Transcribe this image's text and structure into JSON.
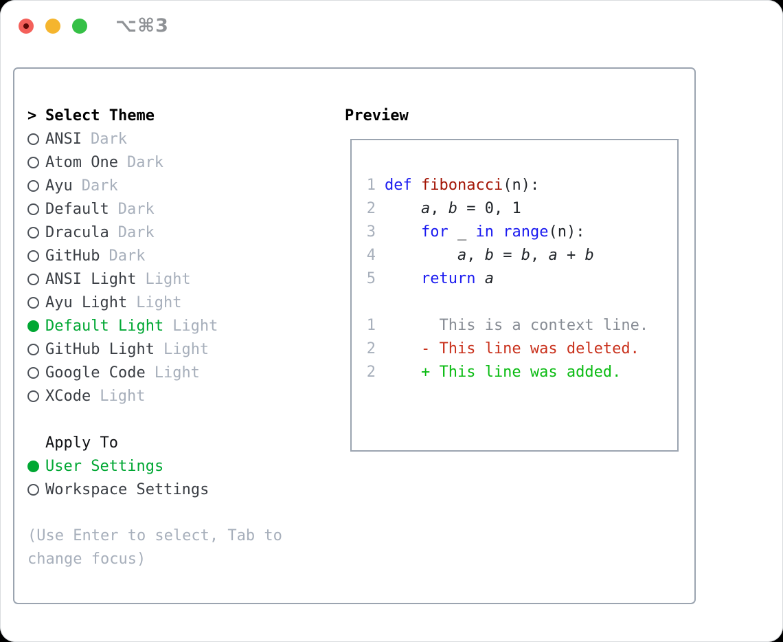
{
  "window": {
    "title": "⌥⌘3"
  },
  "colors": {
    "accent_green": "#00a733",
    "added_green": "#0abb12",
    "deleted_red": "#c9311c",
    "keyword_blue": "#1b1bf0",
    "function_red": "#a31505",
    "muted_gray": "#a7afbb",
    "context_gray": "#878c94",
    "text_dark": "#3a3e44",
    "border_gray": "#9ba4b0",
    "title_gray": "#8f9296",
    "traffic_red": "#f4605a",
    "traffic_red_dot": "#5d0a06",
    "traffic_yellow": "#f5b52e",
    "traffic_green": "#35c046"
  },
  "sidebar": {
    "prompt": ">",
    "header": "Select Theme",
    "themes": [
      {
        "name": "ANSI",
        "suffix": "Dark",
        "selected": false
      },
      {
        "name": "Atom One",
        "suffix": "Dark",
        "selected": false
      },
      {
        "name": "Ayu",
        "suffix": "Dark",
        "selected": false
      },
      {
        "name": "Default",
        "suffix": "Dark",
        "selected": false
      },
      {
        "name": "Dracula",
        "suffix": "Dark",
        "selected": false
      },
      {
        "name": "GitHub",
        "suffix": "Dark",
        "selected": false
      },
      {
        "name": "ANSI Light",
        "suffix": "Light",
        "selected": false
      },
      {
        "name": "Ayu Light",
        "suffix": "Light",
        "selected": false
      },
      {
        "name": "Default Light",
        "suffix": "Light",
        "selected": true
      },
      {
        "name": "GitHub Light",
        "suffix": "Light",
        "selected": false
      },
      {
        "name": "Google Code",
        "suffix": "Light",
        "selected": false
      },
      {
        "name": "XCode",
        "suffix": "Light",
        "selected": false
      }
    ],
    "apply_header": "Apply To",
    "apply_options": [
      {
        "label": "User Settings",
        "selected": true
      },
      {
        "label": "Workspace Settings",
        "selected": false
      }
    ],
    "hint": "(Use Enter to select, Tab to change focus)"
  },
  "preview": {
    "header": "Preview",
    "lines": [
      {
        "ln": "1",
        "tokens": [
          {
            "t": "def",
            "c": "kw"
          },
          {
            "t": " ",
            "c": "pl"
          },
          {
            "t": "fibonacci",
            "c": "fn"
          },
          {
            "t": "(n):",
            "c": "pl"
          }
        ]
      },
      {
        "ln": "2",
        "tokens": [
          {
            "t": "    ",
            "c": "pl"
          },
          {
            "t": "a",
            "c": "var"
          },
          {
            "t": ", ",
            "c": "pl"
          },
          {
            "t": "b",
            "c": "var"
          },
          {
            "t": " = 0, 1",
            "c": "pl"
          }
        ]
      },
      {
        "ln": "3",
        "tokens": [
          {
            "t": "    ",
            "c": "pl"
          },
          {
            "t": "for",
            "c": "kw"
          },
          {
            "t": " _ ",
            "c": "pl"
          },
          {
            "t": "in",
            "c": "kw"
          },
          {
            "t": " ",
            "c": "pl"
          },
          {
            "t": "range",
            "c": "kw"
          },
          {
            "t": "(n):",
            "c": "pl"
          }
        ]
      },
      {
        "ln": "4",
        "tokens": [
          {
            "t": "        ",
            "c": "pl"
          },
          {
            "t": "a",
            "c": "var"
          },
          {
            "t": ", ",
            "c": "pl"
          },
          {
            "t": "b",
            "c": "var"
          },
          {
            "t": " = ",
            "c": "pl"
          },
          {
            "t": "b",
            "c": "var"
          },
          {
            "t": ", ",
            "c": "pl"
          },
          {
            "t": "a",
            "c": "var"
          },
          {
            "t": " + ",
            "c": "pl"
          },
          {
            "t": "b",
            "c": "var"
          }
        ]
      },
      {
        "ln": "5",
        "tokens": [
          {
            "t": "    ",
            "c": "pl"
          },
          {
            "t": "return",
            "c": "kw"
          },
          {
            "t": " ",
            "c": "pl"
          },
          {
            "t": "a",
            "c": "var"
          }
        ]
      },
      {
        "ln": "",
        "tokens": []
      },
      {
        "ln": "1",
        "tokens": [
          {
            "t": "      This is a context line.",
            "c": "ctx"
          }
        ]
      },
      {
        "ln": "2",
        "tokens": [
          {
            "t": "    - This line was deleted.",
            "c": "del"
          }
        ]
      },
      {
        "ln": "2",
        "tokens": [
          {
            "t": "    + This line was added.",
            "c": "add"
          }
        ]
      }
    ]
  }
}
